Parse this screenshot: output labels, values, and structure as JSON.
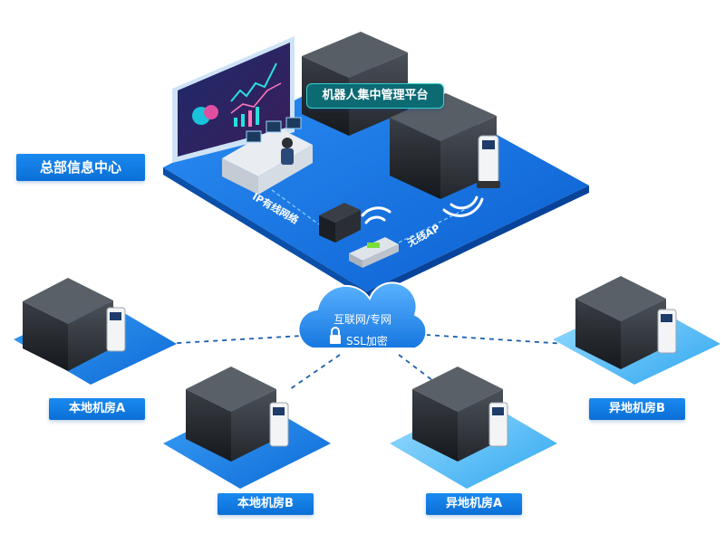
{
  "hq": {
    "title": "总部信息中心",
    "platform": "机器人集中管理平台",
    "wired": "IP有线网络",
    "wireless": "无线AP"
  },
  "cloud": {
    "line1": "互联网/专网",
    "line2": "SSL加密"
  },
  "sites": {
    "local_a": "本地机房A",
    "local_b": "本地机房B",
    "remote_a": "异地机房A",
    "remote_b": "异地机房B"
  },
  "colors": {
    "platform_blue": "#1276e8",
    "label_blue": "#0b74dc",
    "cloud_blue": "#2a8df0",
    "link": "#1a5fb0",
    "mgmt_bg": "#0c6a73"
  }
}
